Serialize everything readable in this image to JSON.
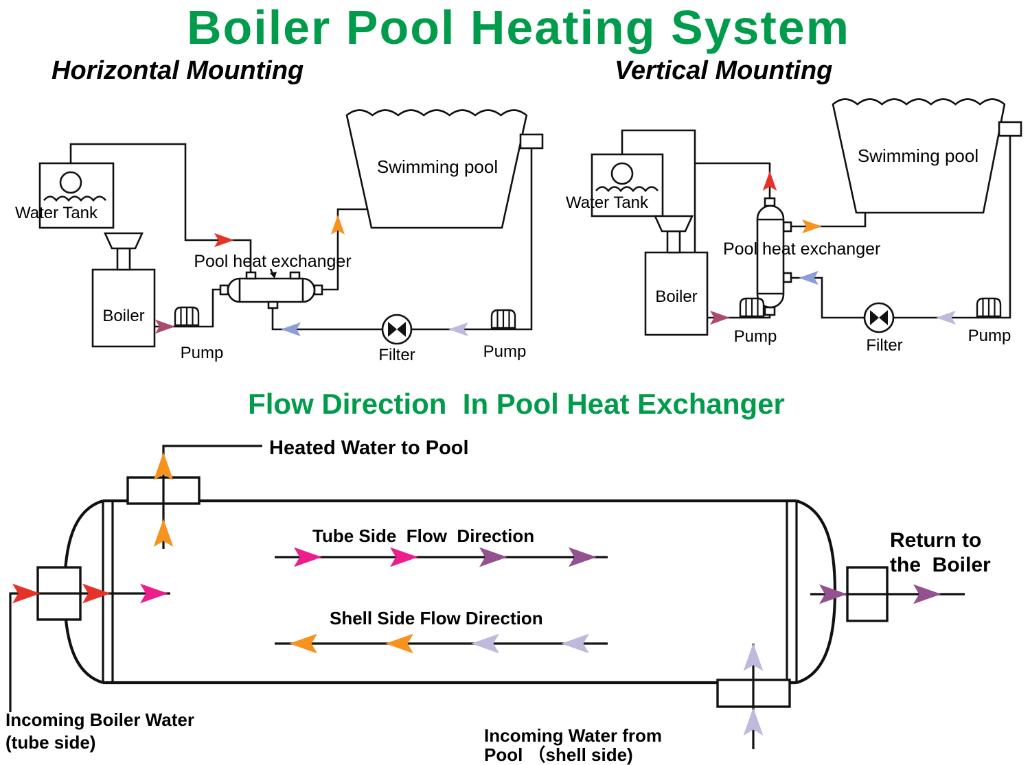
{
  "title": "Boiler Pool Heating System",
  "colors": {
    "green": "#009C4B",
    "black": "#111111",
    "red": "#E6332A",
    "orange": "#F6921E",
    "magenta": "#EC1E8C",
    "purple": "#94518F",
    "crimson": "#AC4A6B",
    "periwinkle": "#8D9ED6",
    "lavender": "#BDBADC"
  },
  "sections": {
    "horizontal": {
      "heading": "Horizontal Mounting",
      "water_tank": "Water Tank",
      "boiler": "Boiler",
      "pump_left": "Pump",
      "heat_exchanger": "Pool heat exchanger",
      "swimming_pool": "Swimming pool",
      "filter": "Filter",
      "pump_right": "Pump"
    },
    "vertical": {
      "heading": "Vertical Mounting",
      "water_tank": "Water Tank",
      "boiler": "Boiler",
      "pump_left": "Pump",
      "heat_exchanger": "Pool heat exchanger",
      "swimming_pool": "Swimming pool",
      "filter": "Filter",
      "pump_right": "Pump"
    },
    "flow": {
      "heading": "Flow Direction  In Pool Heat Exchanger",
      "heated_water_to_pool": "Heated Water to Pool",
      "tube_side": "Tube Side  Flow  Direction",
      "shell_side": "Shell Side Flow Direction",
      "return_line1": "Return to",
      "return_line2": "the  Boiler",
      "incoming_boiler_line1": "Incoming Boiler Water",
      "incoming_boiler_line2": "(tube side)",
      "incoming_pool_line1": "Incoming Water from",
      "incoming_pool_line2": "Pool （shell side)"
    }
  }
}
